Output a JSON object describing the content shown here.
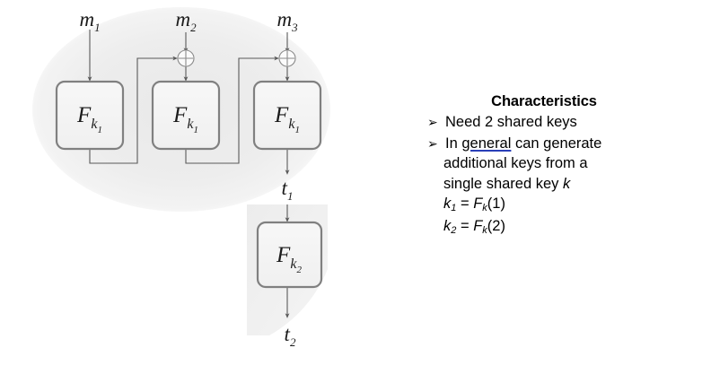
{
  "diagram": {
    "name": "cbc-mac-diagram",
    "inputs": [
      {
        "id": "m1",
        "label": "m",
        "sub": "1"
      },
      {
        "id": "m2",
        "label": "m",
        "sub": "2"
      },
      {
        "id": "m3",
        "label": "m",
        "sub": "3"
      }
    ],
    "blocks": [
      {
        "id": "block1",
        "label": "F",
        "sub": "k",
        "subsub": "1"
      },
      {
        "id": "block2",
        "label": "F",
        "sub": "k",
        "subsub": "1"
      },
      {
        "id": "block3",
        "label": "F",
        "sub": "k",
        "subsub": "1"
      },
      {
        "id": "block4",
        "label": "F",
        "sub": "k",
        "subsub": "2"
      }
    ],
    "xor_gates": [
      {
        "id": "xor1"
      },
      {
        "id": "xor2"
      }
    ],
    "outputs": [
      {
        "id": "t1",
        "label": "t",
        "sub": "1"
      },
      {
        "id": "t2",
        "label": "t",
        "sub": "2"
      }
    ],
    "colors": {
      "box_border": "#808080",
      "box_fill": "#f3f3f3",
      "line": "#595959",
      "shade": "#ededed"
    }
  },
  "panel": {
    "title": "Characteristics",
    "bullet_glyph": "➢",
    "items": [
      {
        "marker": "➢",
        "segments": [
          {
            "text": "Need 2 shared keys",
            "style": "plain"
          }
        ]
      },
      {
        "marker": "➢",
        "segments": [
          {
            "text": "In ",
            "style": "plain"
          },
          {
            "text": "general",
            "style": "underline"
          },
          {
            "text": " can generate",
            "style": "plain"
          }
        ]
      }
    ],
    "continuation_lines": [
      {
        "text": "additional keys from a"
      }
    ],
    "key_line": {
      "prefix": "single shared key ",
      "italic": "k"
    },
    "formulas": [
      {
        "lhs": "k",
        "lhs_sub": "1",
        "eq": " = ",
        "fn": "F",
        "fn_sub": "k",
        "arg": "(1)"
      },
      {
        "lhs": "k",
        "lhs_sub": "2",
        "eq": " = ",
        "fn": "F",
        "fn_sub": "k",
        "arg": "(2)"
      }
    ],
    "underline_color": "#2a3fb8"
  }
}
